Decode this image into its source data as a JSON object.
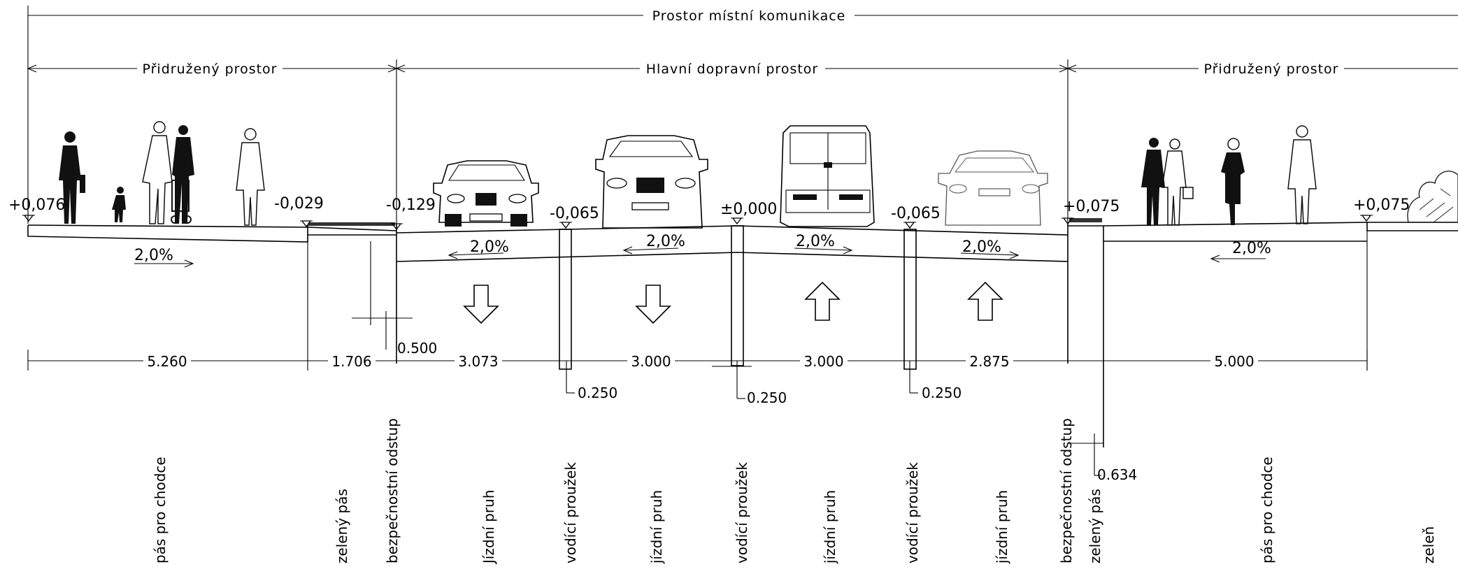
{
  "headers": {
    "overall": "Prostor místní komunikace",
    "left_assoc": "Přidružený prostor",
    "main": "Hlavní dopravní prostor",
    "right_assoc": "Přidružený prostor"
  },
  "elevations": [
    "+0,076",
    "-0,029",
    "-0,129",
    "-0,065",
    "±0,000",
    "-0,065",
    "+0,075",
    "+0,075"
  ],
  "slopes": [
    "2,0%",
    "2,0%",
    "2,0%",
    "2,0%",
    "2,0%",
    "2,0%"
  ],
  "dimensions": [
    "5.260",
    "1.706",
    "3.073",
    "3.000",
    "3.000",
    "2.875",
    "5.000"
  ],
  "small_dimensions": [
    "0.500",
    "0.250",
    "0.250",
    "0.250",
    "0.634"
  ],
  "section_labels": [
    "pás pro chodce",
    "zelený pás",
    "bezpečnostní odstup",
    "Jízdní pruh",
    "vodící proužek",
    "jízdní pruh",
    "vodící proužek",
    "jízdní pruh",
    "vodící proužek",
    "jízdní pruh",
    "bezpečnostní odstup",
    "zelený pás",
    "pás pro chodce",
    "zeleň"
  ]
}
